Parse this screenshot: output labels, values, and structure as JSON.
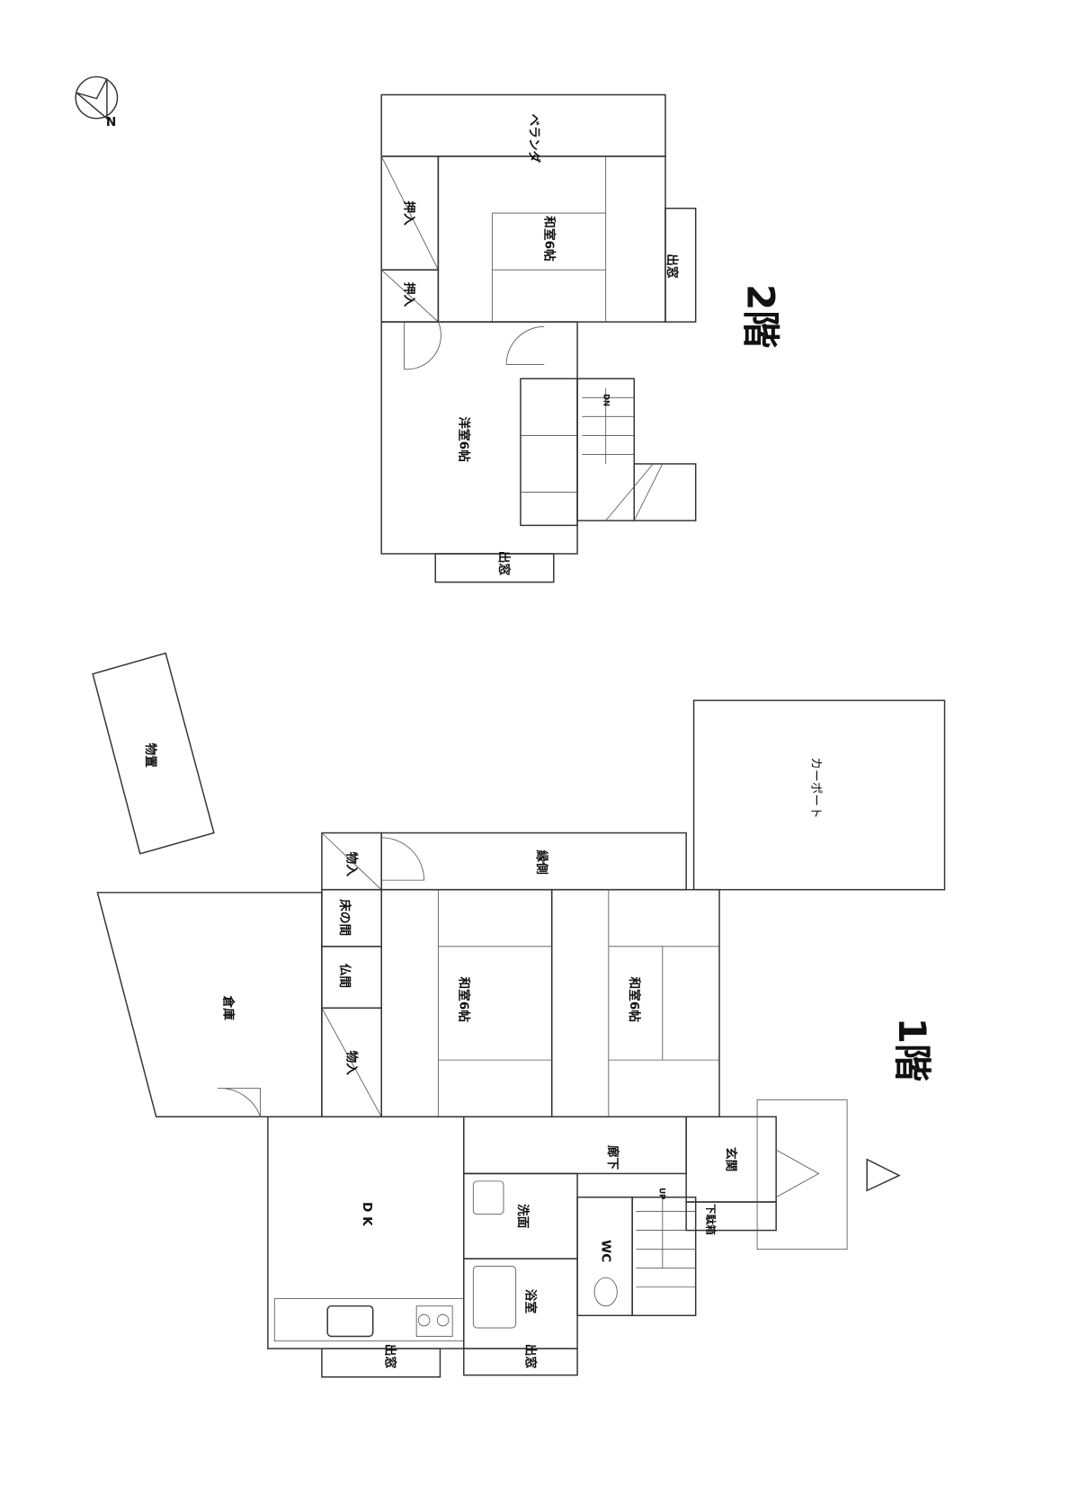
{
  "floor2": {
    "title": "2階",
    "veranda": "ベランダ",
    "oshiire_1": "押入",
    "oshiire_2": "押入",
    "washitsu": "和室6帖",
    "demado_right": "出窓",
    "youshitsu": "洋室6帖",
    "demado_bottom": "出窓",
    "stairs": "DN"
  },
  "floor1": {
    "title": "1階",
    "monooki": "物置",
    "carport": "カーポート",
    "engawa": "縁側",
    "monoire_1": "物入",
    "tokonoma": "床の間",
    "butsuma": "仏間",
    "monoire_2": "物入",
    "souko": "倉庫",
    "washitsu_1": "和室6帖",
    "washitsu_2": "和室6帖",
    "rouka": "廊下",
    "genkan": "玄関",
    "getabako": "下駄箱",
    "dk": "D K",
    "senmen": "洗面",
    "wc": "WC",
    "stairs": "UP",
    "yokushitsu": "浴室",
    "demado_dk": "出窓",
    "demado_bath": "出窓"
  },
  "compass": {
    "north_label": "N"
  }
}
